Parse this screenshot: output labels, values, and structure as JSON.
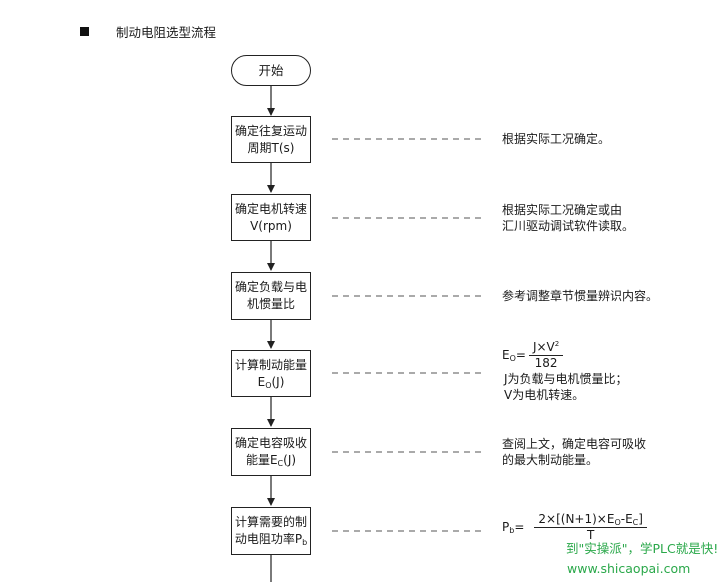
{
  "section": {
    "title": "制动电阻选型流程"
  },
  "flow": {
    "start": "开始",
    "steps": [
      {
        "line1": "确定往复运动",
        "line2": "周期T(s)",
        "note1": "根据实际工况确定。",
        "note2": ""
      },
      {
        "line1": "确定电机转速",
        "line2": "V(rpm)",
        "note1": "根据实际工况确定或由",
        "note2": "汇川驱动调试软件读取。"
      },
      {
        "line1": "确定负载与电",
        "line2": "机惯量比",
        "note1": "参考调整章节惯量辨识内容。",
        "note2": ""
      },
      {
        "line1": "计算制动能量",
        "line2_pre": "E",
        "line2_sub": "O",
        "line2_post": "(J)",
        "note1": "J为负载与电机惯量比；",
        "note2": "V为电机转速。"
      },
      {
        "line1": "确定电容吸收",
        "line2_pre": "能量E",
        "line2_sub": "C",
        "line2_post": "(J)",
        "note1": "查阅上文，确定电容可吸收",
        "note2": "的最大制动能量。"
      },
      {
        "line1": "计算需要的制",
        "line2_pre": "动电阻功率P",
        "line2_sub": "b",
        "line2_post": ""
      }
    ]
  },
  "formulas": {
    "eo": {
      "lhs": "E",
      "lhs_sub": "O",
      "eq": "=",
      "num_pre": "J×V",
      "num_sup": "2",
      "den": "182"
    },
    "pb": {
      "lhs": "P",
      "lhs_sub": "b",
      "eq": "=",
      "num_pre": "2×[(N+1)×E",
      "num_sub1": "O",
      "num_mid": "-E",
      "num_sub2": "C",
      "num_post": "]",
      "den": "T"
    }
  },
  "watermark": {
    "line1": "到\"实操派\"，学PLC就是快!",
    "line2": "www.shicaopai.com"
  }
}
